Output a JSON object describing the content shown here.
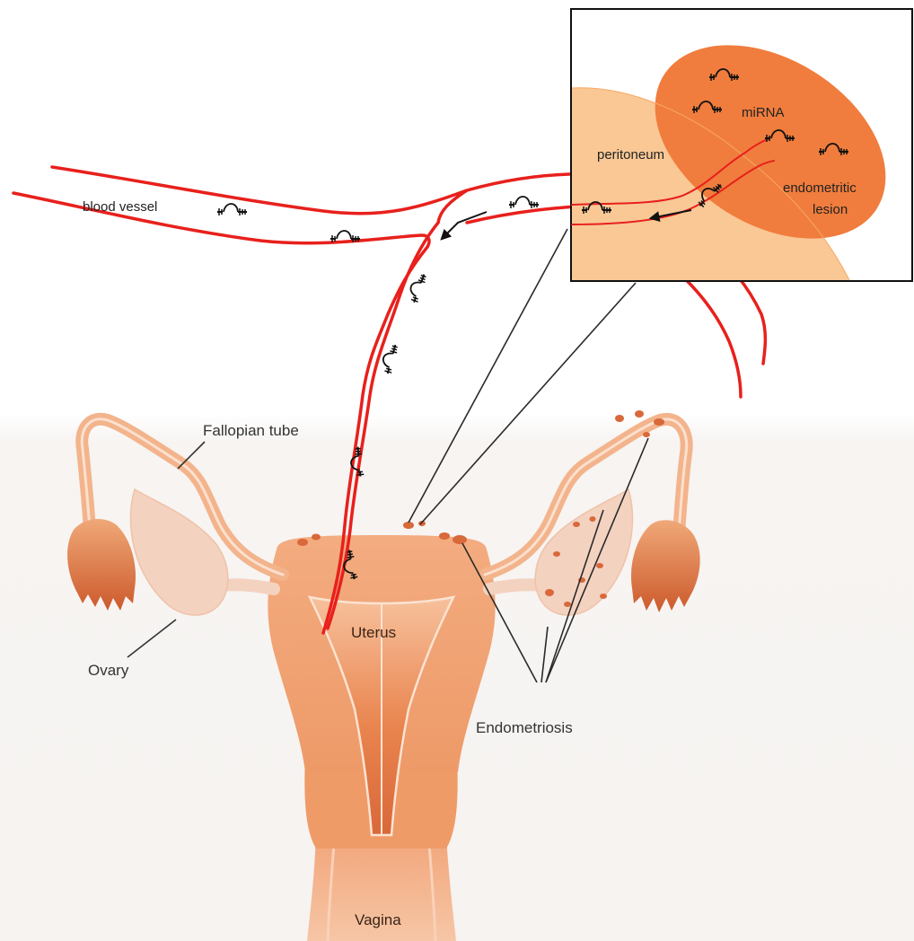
{
  "labels": {
    "blood_vessel": "blood vessel",
    "peritoneum": "peritoneum",
    "mirna": "miRNA",
    "lesion_line1": "endometritic",
    "lesion_line2": "lesion",
    "fallopian_tube": "Fallopian tube",
    "ovary": "Ovary",
    "uterus": "Uterus",
    "endometriosis": "Endometriosis",
    "vagina": "Vagina"
  },
  "colors": {
    "vessel": "#e8201c",
    "tissue": "#f0a878",
    "tissue_light": "#f6caa8",
    "tissue_dark": "#d46a3a",
    "lesion": "#f07d3d",
    "peritoneum": "#f9c895",
    "ovary": "#f4d2c0",
    "spot": "#d9683a"
  },
  "icons": [
    "mirna-hairpin-icon",
    "arrow-icon"
  ]
}
